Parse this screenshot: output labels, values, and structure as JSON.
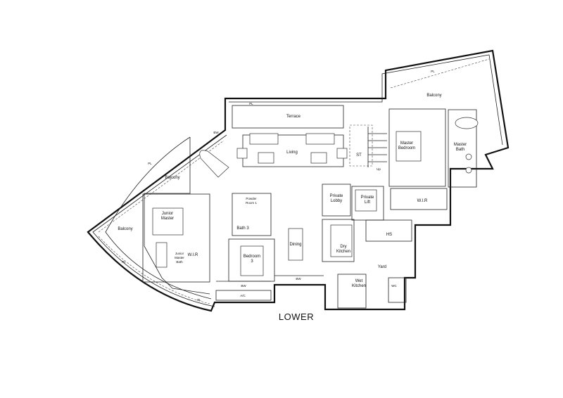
{
  "title": "LOWER",
  "rooms": {
    "terrace": "Terrace",
    "living": "Living",
    "balcony_west": "Balcony",
    "balcony_southwest": "Balcony",
    "balcony_master": "Balcony",
    "junior_master": [
      "Junior",
      "Master"
    ],
    "junior_master_bath": [
      "Junior",
      "Master",
      "Bath"
    ],
    "wir_junior": "W.I.R",
    "powder_room": [
      "Powder",
      "Room 1"
    ],
    "bath3": "Bath 3",
    "bedroom3": [
      "Bedroom",
      "3"
    ],
    "dining": "Dining",
    "private_lobby": [
      "Private",
      "Lobby"
    ],
    "private_lift": [
      "Private",
      "Lift"
    ],
    "dry_kitchen": [
      "Dry",
      "Kitchen"
    ],
    "wet_kitchen": [
      "Wet",
      "Kitchen"
    ],
    "yard": "Yard",
    "hs": "HS",
    "wir_master": "W.I.R",
    "master_bedroom": [
      "Master",
      "Bedroom"
    ],
    "master_bath": [
      "Master",
      "Bath"
    ],
    "st": "ST",
    "up": "Up",
    "wc": "WC"
  },
  "annotations": {
    "pl": "PL",
    "bw": "BW",
    "ac": "A/C"
  }
}
